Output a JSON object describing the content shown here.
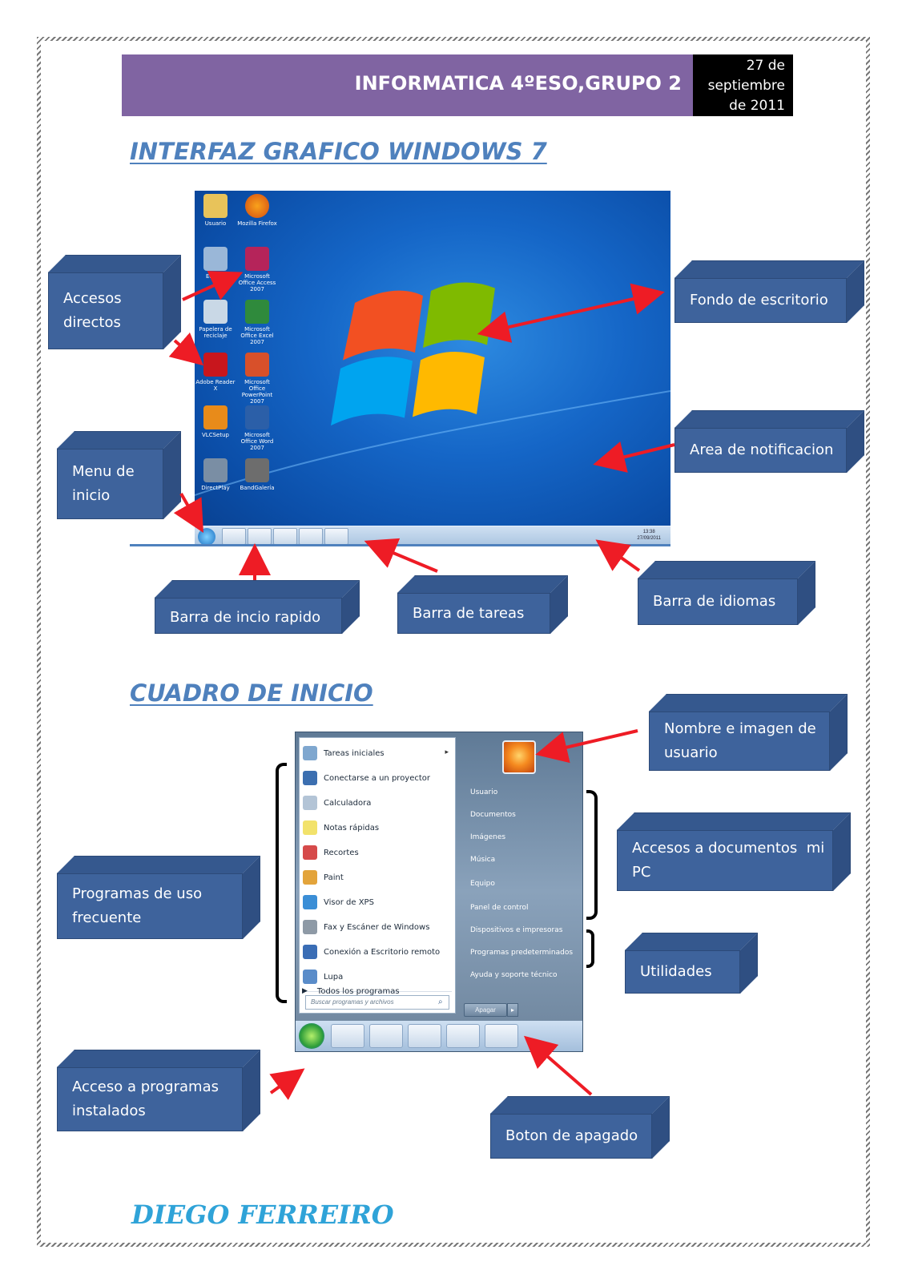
{
  "header": {
    "title": "INFORMATICA 4ºESO,GRUPO 2",
    "date_line1": "27 de",
    "date_line2": "septiembre",
    "date_line3": "de 2011"
  },
  "sections": {
    "interface_title": "INTERFAZ GRAFICO WINDOWS 7",
    "start_title": "CUADRO DE INICIO"
  },
  "labels": {
    "accesos_directos": [
      "Accesos",
      "directos"
    ],
    "fondo_escritorio": "Fondo de escritorio",
    "area_notificacion": "Area de notificacion",
    "menu_inicio": [
      "Menu de",
      "inicio"
    ],
    "barra_inicio_rapido": "Barra de incio rapido",
    "barra_tareas": "Barra de tareas",
    "barra_idiomas": "Barra de idiomas",
    "nombre_usuario": [
      "Nombre e imagen de",
      "usuario"
    ],
    "accesos_documentos": [
      "Accesos a documentos  mi",
      "PC"
    ],
    "utilidades": "Utilidades",
    "programas_frecuentes": [
      "Programas de uso",
      "frecuente"
    ],
    "acceso_programas": [
      "Acceso a programas",
      "instalados"
    ],
    "boton_apagado": "Boton de apagado"
  },
  "desktop": {
    "icons": [
      "Usuario",
      "Mozilla Firefox",
      "Equipo",
      "Microsoft Office Access 2007",
      "Papelera de reciclaje",
      "Microsoft Office Excel 2007",
      "Adobe Reader X",
      "Microsoft Office PowerPoint 2007",
      "VLCSetup",
      "Microsoft Office Word 2007",
      "DirectPlay",
      "BandGalería"
    ],
    "clock_time": "13:38",
    "clock_date": "27/09/2011"
  },
  "start_menu": {
    "left_items": [
      "Tareas iniciales",
      "Conectarse a un proyector",
      "Calculadora",
      "Notas rápidas",
      "Recortes",
      "Paint",
      "Visor de XPS",
      "Fax y Escáner de Windows",
      "Conexión a Escritorio remoto",
      "Lupa"
    ],
    "all_programs": "Todos los programas",
    "search_placeholder": "Buscar programas y archivos",
    "right_items": [
      "Usuario",
      "Documentos",
      "Imágenes",
      "Música",
      "Equipo",
      "Panel de control",
      "Dispositivos e impresoras",
      "Programas predeterminados",
      "Ayuda y soporte técnico"
    ],
    "shutdown": "Apagar"
  },
  "footer": {
    "author": "DIEGO FERREIRO"
  },
  "colors": {
    "header_bg": "#8064a2",
    "box_blue": "#3e639c",
    "title_blue": "#4f81bd",
    "arrow_red": "#ee1c25"
  }
}
